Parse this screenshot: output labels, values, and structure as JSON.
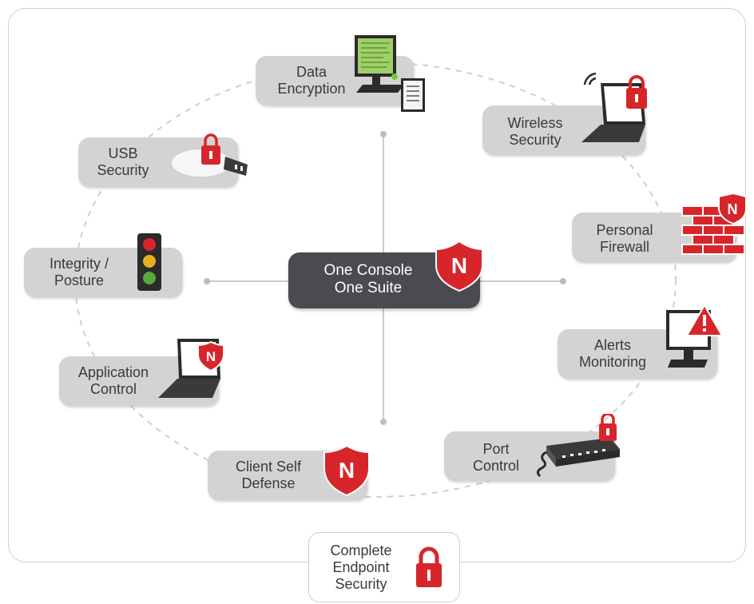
{
  "center": {
    "line1": "One Console",
    "line2": "One Suite",
    "badge": "N"
  },
  "nodes": {
    "data_encryption": {
      "line1": "Data",
      "line2": "Encryption",
      "icon": "monitor-icon"
    },
    "wireless_security": {
      "line1": "Wireless",
      "line2": "Security",
      "icon": "wireless-laptop-lock-icon"
    },
    "personal_firewall": {
      "line1": "Personal",
      "line2": "Firewall",
      "icon": "brick-firewall-icon"
    },
    "alerts_monitoring": {
      "line1": "Alerts",
      "line2": "Monitoring",
      "icon": "monitor-alert-icon"
    },
    "port_control": {
      "line1": "Port",
      "line2": "Control",
      "icon": "port-device-lock-icon"
    },
    "client_self_defense": {
      "line1": "Client Self",
      "line2": "Defense",
      "icon": "shield-n-icon",
      "badge": "N"
    },
    "application_control": {
      "line1": "Application",
      "line2": "Control",
      "icon": "laptop-shield-icon",
      "badge": "N"
    },
    "integrity_posture": {
      "line1": "Integrity /",
      "line2": "Posture",
      "icon": "traffic-light-icon"
    },
    "usb_security": {
      "line1": "USB",
      "line2": "Security",
      "icon": "usb-lock-icon"
    }
  },
  "footer": {
    "line1": "Complete",
    "line2": "Endpoint",
    "line3": "Security",
    "icon": "padlock-icon"
  },
  "colors": {
    "accent_red": "#d7262b",
    "pill_gray": "#d3d3d3",
    "center_dark": "#4b4a50",
    "text": "#3a3a3a"
  }
}
